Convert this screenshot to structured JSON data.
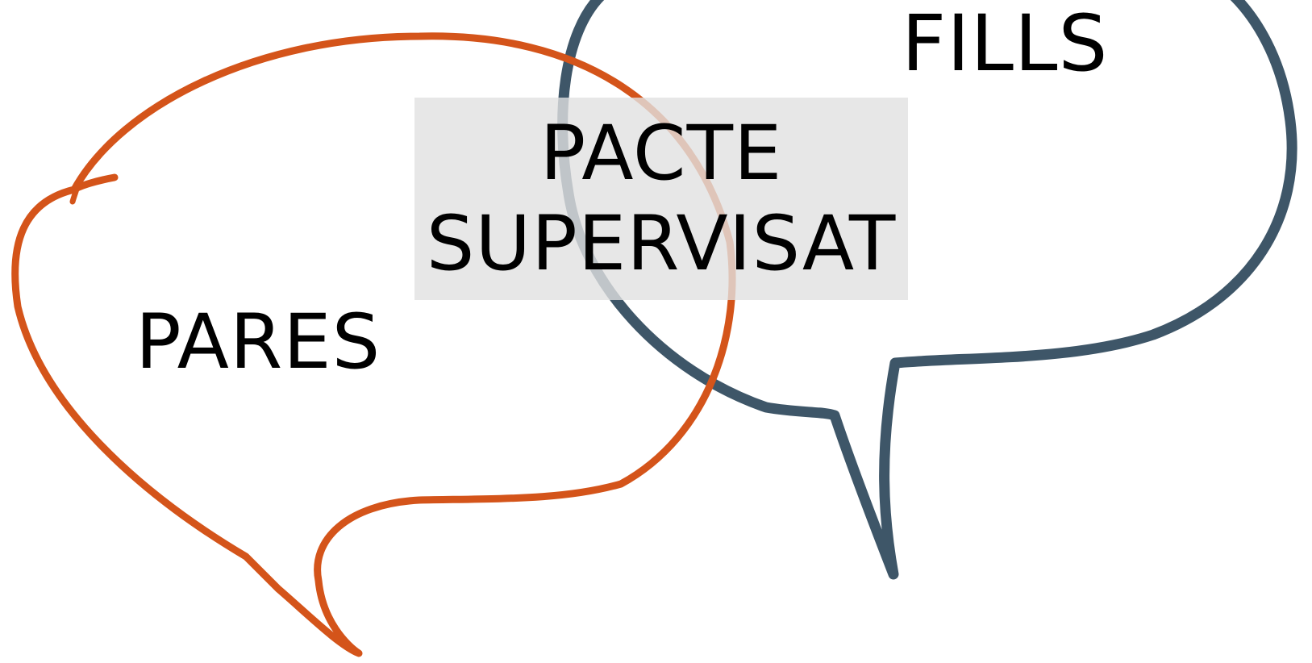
{
  "labels": {
    "fills": "FILLS",
    "pares": "PARES",
    "pacte_line1": "PACTE",
    "pacte_line2": "SUPERVISAT"
  },
  "colors": {
    "fills_bubble": "#3e5668",
    "pares_bubble": "#d4541a",
    "pacte_box": "#e1e1e1",
    "text": "#000000",
    "background": "#ffffff"
  }
}
